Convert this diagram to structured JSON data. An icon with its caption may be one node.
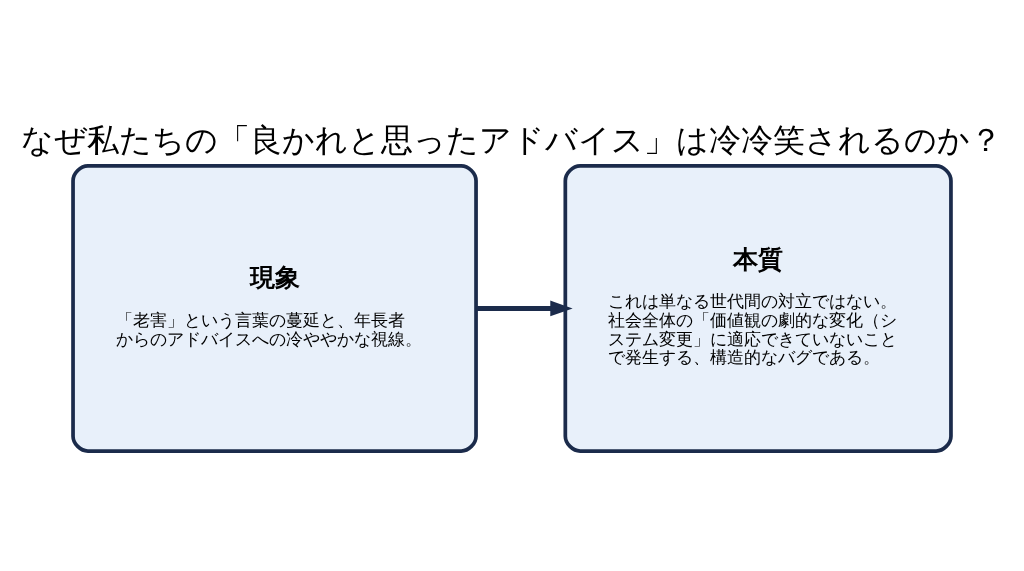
{
  "diagram": {
    "title": "なぜ私たちの「良かれと思ったアドバイス」は冷冷笑されるのか？",
    "nodes": [
      {
        "text": [
          "現象",
          "「老害」という言葉の蔓延と、年長者からのアドバイスへの冷ややかな視線。"
        ]
      },
      {
        "text": [
          "本質",
          "これは単なる世代間の対立ではない。社会全体の「価値観の劇的な変化（システム変更」に適応できていないことで発生する、構造的なバグである。"
        ]
      }
    ],
    "edges": [
      {
        "from": 0,
        "to": 1,
        "arrow": "to"
      }
    ]
  }
}
